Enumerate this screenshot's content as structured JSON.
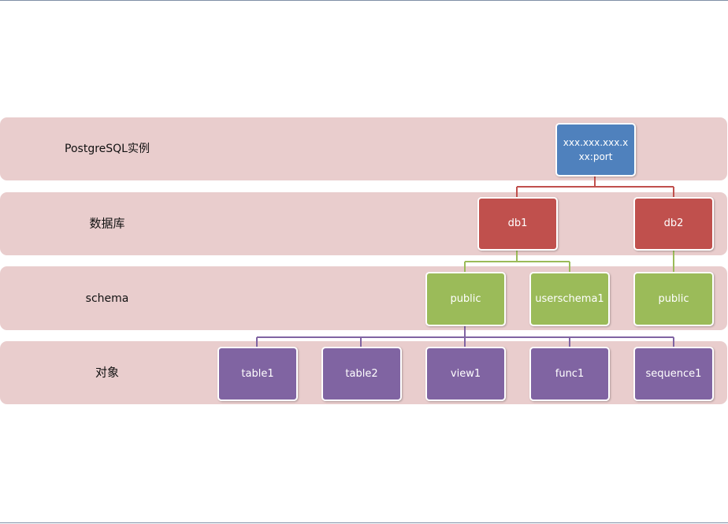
{
  "bands": [
    {
      "label": "PostgreSQL实例"
    },
    {
      "label": "数据库"
    },
    {
      "label": "schema"
    },
    {
      "label": "对象"
    }
  ],
  "nodes": {
    "instance": {
      "label": "xxx.xxx.xxx.xxx:port",
      "label_line1": "xxx.xxx.xxx.x",
      "label_line2": "xx:port"
    },
    "db1": {
      "label": "db1"
    },
    "db2": {
      "label": "db2"
    },
    "public1": {
      "label": "public"
    },
    "userschema1": {
      "label": "userschema1"
    },
    "public2": {
      "label": "public"
    },
    "table1": {
      "label": "table1"
    },
    "table2": {
      "label": "table2"
    },
    "view1": {
      "label": "view1"
    },
    "func1": {
      "label": "func1"
    },
    "sequence1": {
      "label": "sequence1"
    }
  },
  "edges": [
    {
      "from": "instance",
      "to": "db1",
      "color": "#c0504d"
    },
    {
      "from": "instance",
      "to": "db2",
      "color": "#c0504d"
    },
    {
      "from": "db1",
      "to": "public1",
      "color": "#9bbb59"
    },
    {
      "from": "db1",
      "to": "userschema1",
      "color": "#9bbb59"
    },
    {
      "from": "db2",
      "to": "public2",
      "color": "#9bbb59"
    },
    {
      "from": "public1",
      "to": "table1",
      "color": "#8064a2"
    },
    {
      "from": "public1",
      "to": "table2",
      "color": "#8064a2"
    },
    {
      "from": "public1",
      "to": "view1",
      "color": "#8064a2"
    },
    {
      "from": "public1",
      "to": "func1",
      "color": "#8064a2"
    },
    {
      "from": "public1",
      "to": "sequence1",
      "color": "#8064a2"
    }
  ],
  "colors": {
    "band": "#e9cdcd",
    "instance": "#4f81bd",
    "database": "#c0504d",
    "schema": "#9bbb59",
    "object": "#8064a2"
  }
}
